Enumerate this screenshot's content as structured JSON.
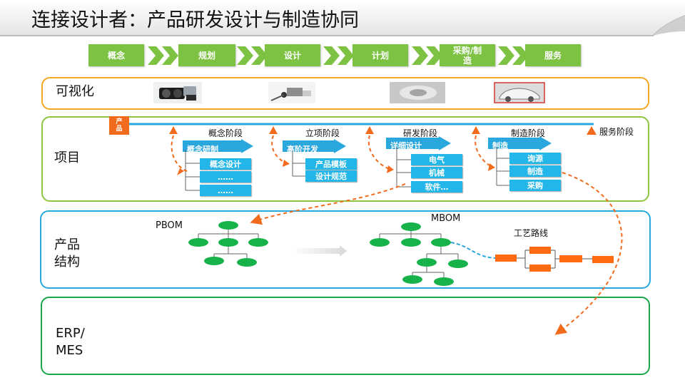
{
  "header": {
    "title": "连接设计者：产品研发设计与制造协同"
  },
  "process_steps": [
    "概念",
    "规划",
    "设计",
    "计划",
    "采购/制\n造",
    "服务"
  ],
  "lanes": {
    "visualization": "可视化",
    "project": "项目",
    "product_structure": "产品\n结构",
    "erp": "ERP/\nMES"
  },
  "project": {
    "start_marker": "产\n品",
    "stages": [
      "概念阶段",
      "立项阶段",
      "研发阶段",
      "制造阶段",
      "服务阶段"
    ],
    "flags": [
      "概念研制",
      "高阶开发",
      "详细设计",
      "制造"
    ],
    "tasks": {
      "concept": [
        "概念设计",
        "……",
        "……"
      ],
      "approval": [
        "产品模板",
        "设计规范"
      ],
      "rnd": [
        "电气",
        "机械",
        "软件…"
      ],
      "manufacturing": [
        "询源",
        "制造",
        "采购"
      ]
    }
  },
  "structure": {
    "pbom_label": "PBOM",
    "mbom_label": "MBOM",
    "routing_label": "工艺路线"
  },
  "colors": {
    "step_green": "#7dc242",
    "lane_orange": "#f5a623",
    "lane_green": "#8cc63f",
    "lane_blue": "#29a8e0",
    "lane_dark_green": "#1aa64a",
    "node_green": "#17b24a",
    "task_blue": "#22b7e8",
    "routing_orange": "#ff6a13",
    "marker_orange": "#f26b1d"
  }
}
